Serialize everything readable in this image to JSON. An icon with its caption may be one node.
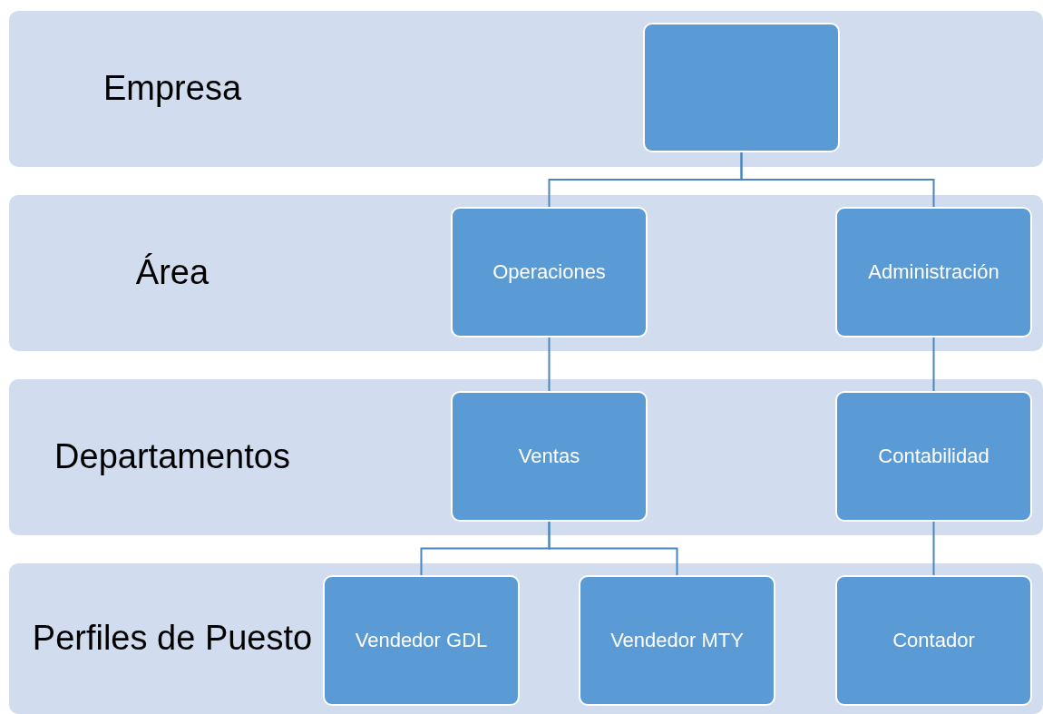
{
  "diagram": {
    "nodes": [
      {
        "text": [
          "Empresa"
        ]
      },
      {
        "text": [],
        "shape": "box",
        "in": 0
      },
      {
        "text": [
          "Área"
        ]
      },
      {
        "text": [
          "Operaciones"
        ],
        "in": 2
      },
      {
        "text": [
          "Administración"
        ],
        "in": 2
      },
      {
        "text": [
          "Departamentos"
        ]
      },
      {
        "text": [
          "Ventas"
        ],
        "in": 5
      },
      {
        "text": [
          "Contabilidad"
        ],
        "in": 5
      },
      {
        "text": [
          "Perfiles de Puesto"
        ]
      },
      {
        "text": [
          "Vendedor GDL"
        ],
        "in": 8
      },
      {
        "text": [
          "Vendedor MTY"
        ],
        "in": 8
      },
      {
        "text": [
          "Contador"
        ],
        "in": 8
      }
    ],
    "edges": [
      {
        "from": 1,
        "to": 3,
        "arrow": "none"
      },
      {
        "from": 1,
        "to": 4,
        "arrow": "none"
      },
      {
        "from": 3,
        "to": 6,
        "arrow": "none"
      },
      {
        "from": 4,
        "to": 7,
        "arrow": "none"
      },
      {
        "from": 6,
        "to": 9,
        "arrow": "none"
      },
      {
        "from": 6,
        "to": 10,
        "arrow": "none"
      },
      {
        "from": 7,
        "to": 11,
        "arrow": "none"
      }
    ]
  }
}
